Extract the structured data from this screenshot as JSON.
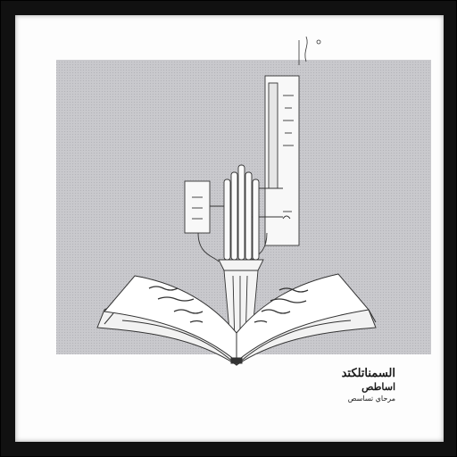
{
  "artwork": {
    "caption_line1": "السمناتلكتد",
    "caption_line2": "اساطص",
    "caption_line3": "مرحاي تساسص"
  },
  "colors": {
    "frame": "#111111",
    "mat": "#fdfdfd",
    "panel": "#c7c7cb",
    "ink": "#1a1a1a"
  }
}
